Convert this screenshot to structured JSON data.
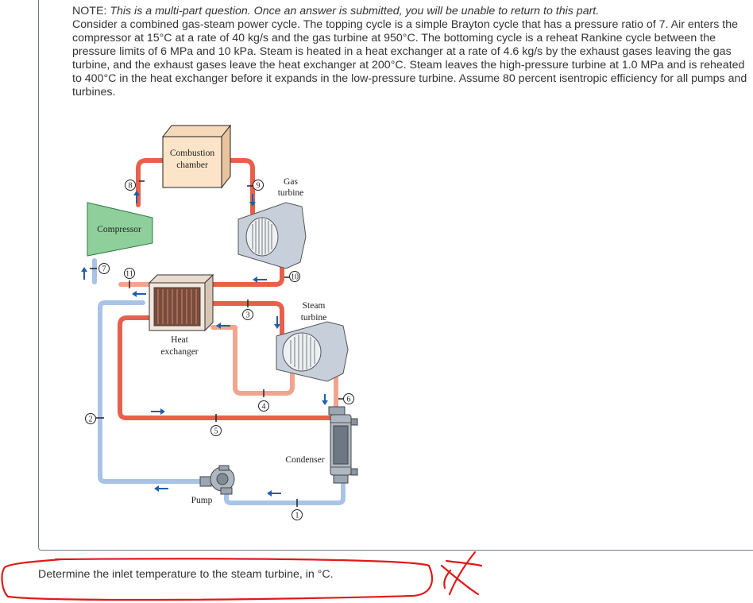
{
  "note": {
    "label": "NOTE:",
    "italic": "This is a multi-part question. Once an answer is submitted, you will be unable to return to this part.",
    "body": "Consider a combined gas-steam power cycle. The topping cycle is a simple Brayton cycle that has a pressure ratio of 7. Air enters the compressor at 15°C at a rate of 40 kg/s and the gas turbine at 950°C. The bottoming cycle is a reheat Rankine cycle between the pressure limits of 6 MPa and 10 kPa. Steam is heated in a heat exchanger at a rate of 4.6 kg/s by the exhaust gases leaving the gas turbine, and the exhaust gases leave the heat exchanger at 200°C. Steam leaves the high-pressure turbine at 1.0 MPa and is reheated to 400°C in the heat exchanger before it expands in the low-pressure turbine. Assume 80 percent isentropic efficiency for all pumps and turbines."
  },
  "diagram": {
    "combustion_l1": "Combustion",
    "combustion_l2": "chamber",
    "gas_l1": "Gas",
    "gas_l2": "turbine",
    "compressor": "Compressor",
    "steam_l1": "Steam",
    "steam_l2": "turbine",
    "hx_l1": "Heat",
    "hx_l2": "exchanger",
    "condenser": "Condenser",
    "pump": "Pump",
    "states": {
      "s1": "1",
      "s2": "2",
      "s3": "3",
      "s4": "4",
      "s5": "5",
      "s6": "6",
      "s7": "7",
      "s8": "8",
      "s9": "9",
      "s10": "10",
      "s11": "11"
    }
  },
  "question": "Determine the inlet temperature to the steam turbine, in °C.",
  "colors": {
    "hot_pipe": "#e8604c",
    "cool_pipe": "#f2a58e",
    "water_pipe": "#a9c3e6",
    "arrow": "#1f5fa8",
    "annotation": "#e01a1a"
  }
}
